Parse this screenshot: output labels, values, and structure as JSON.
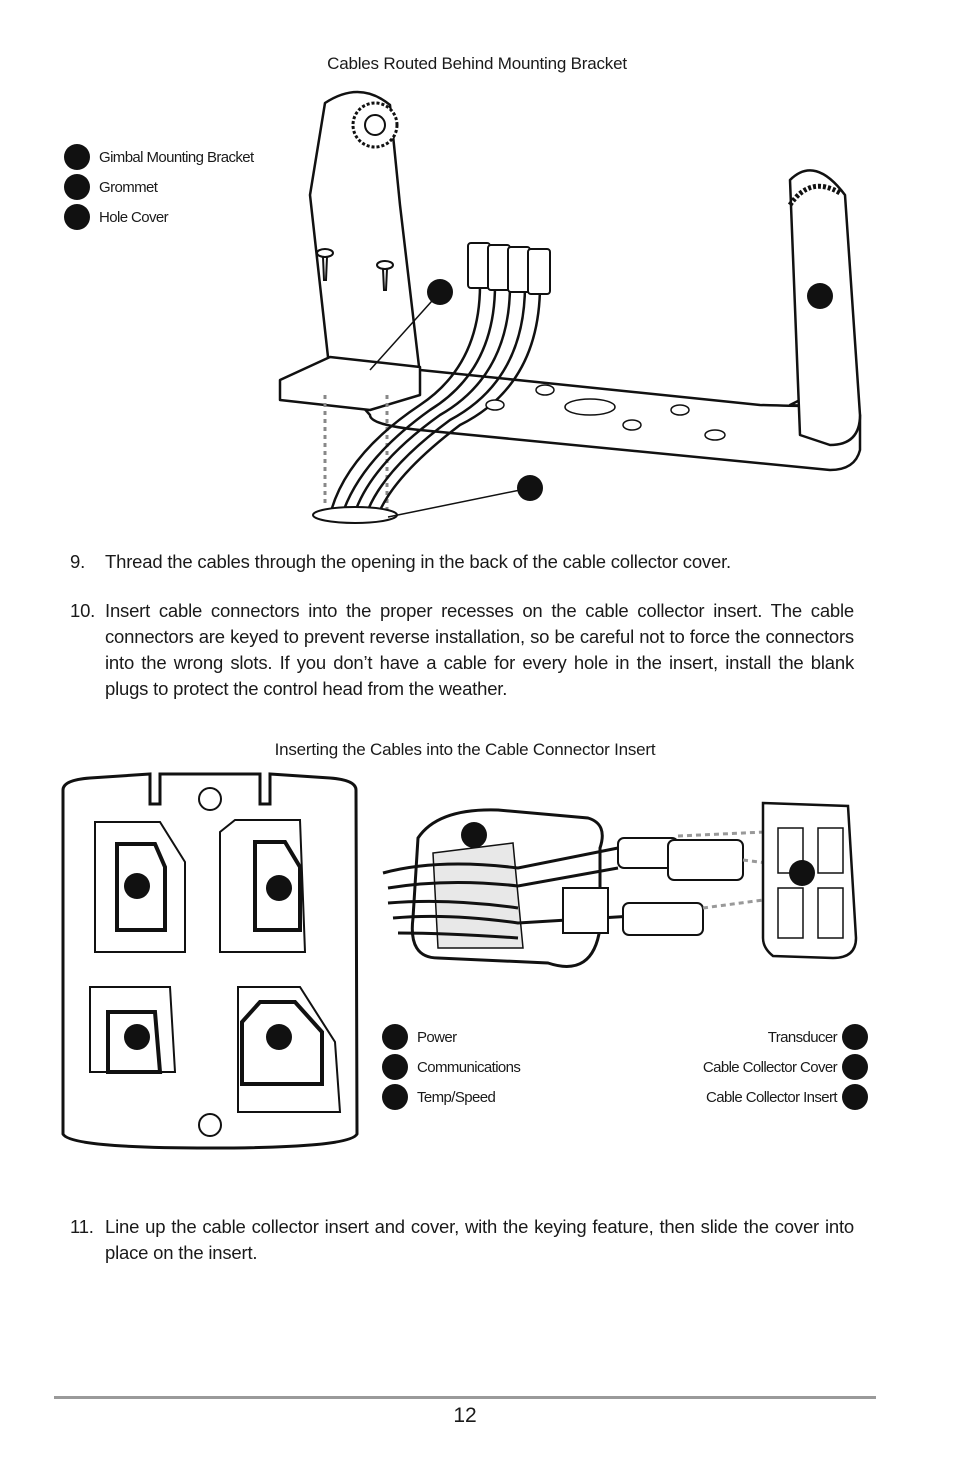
{
  "figure1": {
    "title": "Cables Routed Behind Mounting Bracket",
    "legend": [
      "Gimbal Mounting Bracket",
      "Grommet",
      "Hole Cover"
    ]
  },
  "steps": [
    {
      "num": "9.",
      "text": "Thread the cables through the opening in the back of the cable collector cover."
    },
    {
      "num": "10.",
      "text": "Insert cable connectors into the proper recesses on the cable collector insert. The cable connectors are keyed to prevent reverse installation, so be careful not to force the connectors into the wrong slots. If you don’t have a cable for every hole in the insert, install the blank plugs to protect the control head from the weather."
    },
    {
      "num": "11.",
      "text": "Line up the cable collector insert and cover, with the keying feature, then slide the cover into place on the insert."
    }
  ],
  "figure2": {
    "title": "Inserting the Cables into the Cable Connector Insert",
    "legend_left": [
      "Power",
      "Communications",
      "Temp/Speed"
    ],
    "legend_right": [
      "Transducer",
      "Cable Collector Cover",
      "Cable Collector Insert"
    ]
  },
  "page_number": "12"
}
